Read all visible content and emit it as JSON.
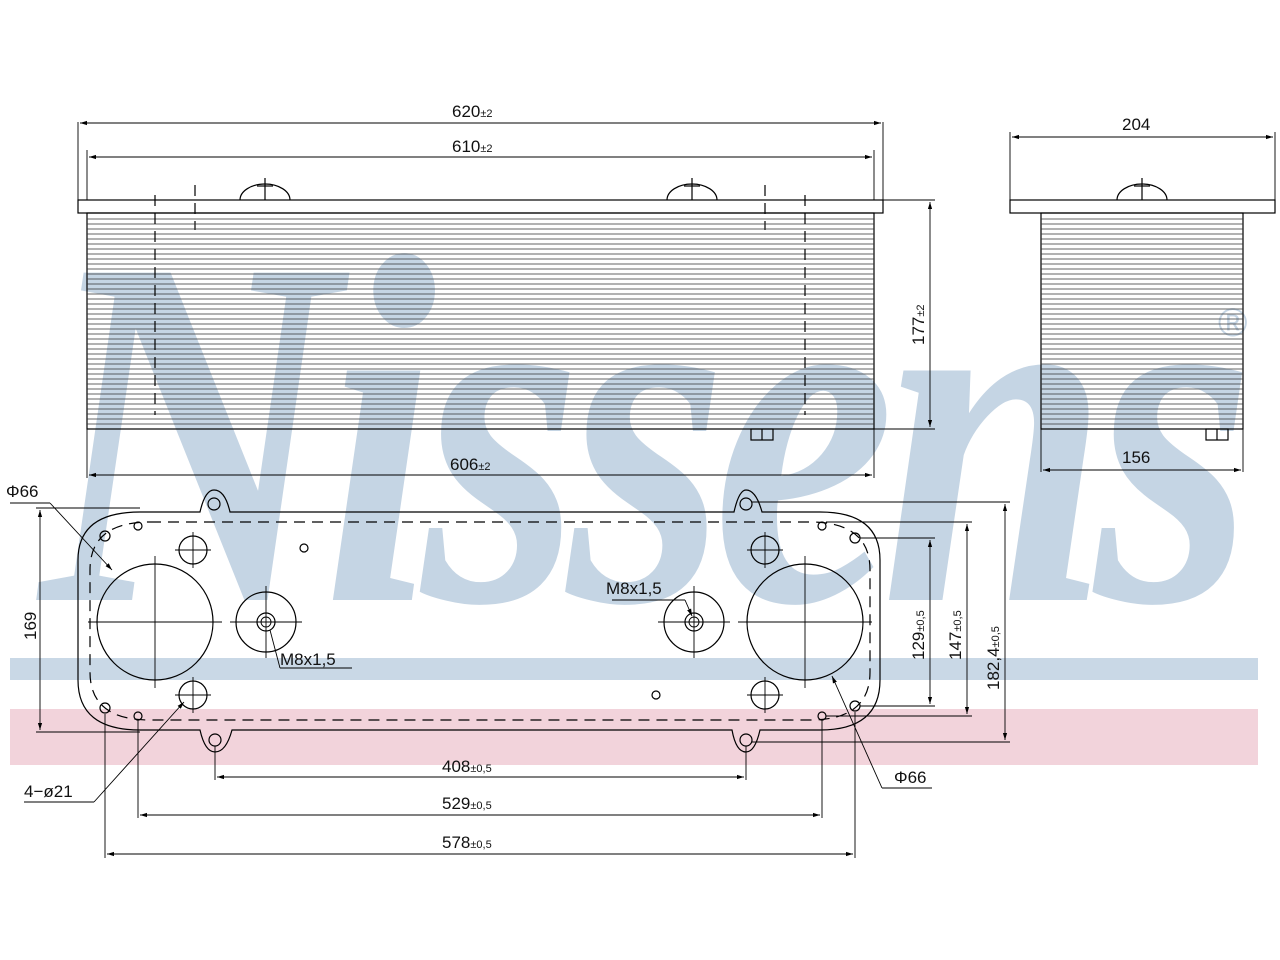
{
  "watermark": {
    "brand": "Nissens",
    "registered": "®",
    "color": "#c5d5e4",
    "stripe_blue": "#c9d8e6",
    "stripe_red": "#f2d3db"
  },
  "top_view": {
    "dim_overall": "620",
    "dim_overall_tol": "±2",
    "dim_flange": "610",
    "dim_flange_tol": "±2",
    "dim_core": "606",
    "dim_core_tol": "±2",
    "dim_height": "177",
    "dim_height_tol": "±2"
  },
  "side_view": {
    "dim_overall": "204",
    "dim_core": "156"
  },
  "bottom_view": {
    "label_dia_left": "Φ66",
    "label_dia_right": "Φ66",
    "label_thread_left": "M8x1,5",
    "label_thread_right": "M8x1,5",
    "label_holes": "4−ø21",
    "dim_169": "169",
    "dim_129": "129",
    "dim_129_tol": "±0,5",
    "dim_147": "147",
    "dim_147_tol": "±0,5",
    "dim_182": "182,4",
    "dim_182_tol": "±0,5",
    "dim_408": "408",
    "dim_408_tol": "±0,5",
    "dim_529": "529",
    "dim_529_tol": "±0,5",
    "dim_578": "578",
    "dim_578_tol": "±0,5"
  }
}
